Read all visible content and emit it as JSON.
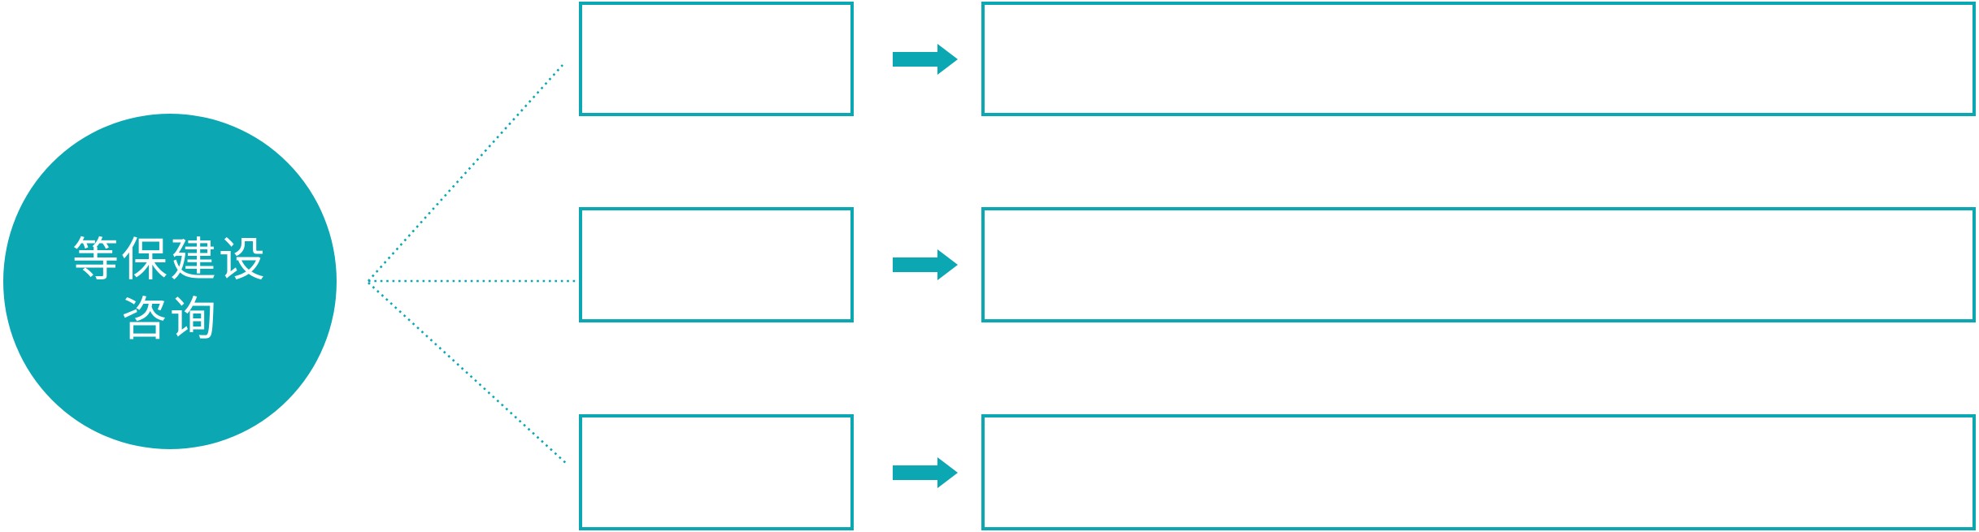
{
  "diagram": {
    "background_color": "#ffffff",
    "accent_color": "#0ba7b3",
    "circle": {
      "text_color": "#ffffff",
      "lines": [
        "等保建设",
        "咨询"
      ]
    },
    "connectors": {
      "style": "dotted",
      "color": "#0ba7b3"
    },
    "rows": [
      {
        "id": "row-1",
        "small_box_text": "",
        "large_box_text": ""
      },
      {
        "id": "row-2",
        "small_box_text": "",
        "large_box_text": ""
      },
      {
        "id": "row-3",
        "small_box_text": "",
        "large_box_text": ""
      }
    ],
    "arrow_icon": "right-block-arrow"
  }
}
